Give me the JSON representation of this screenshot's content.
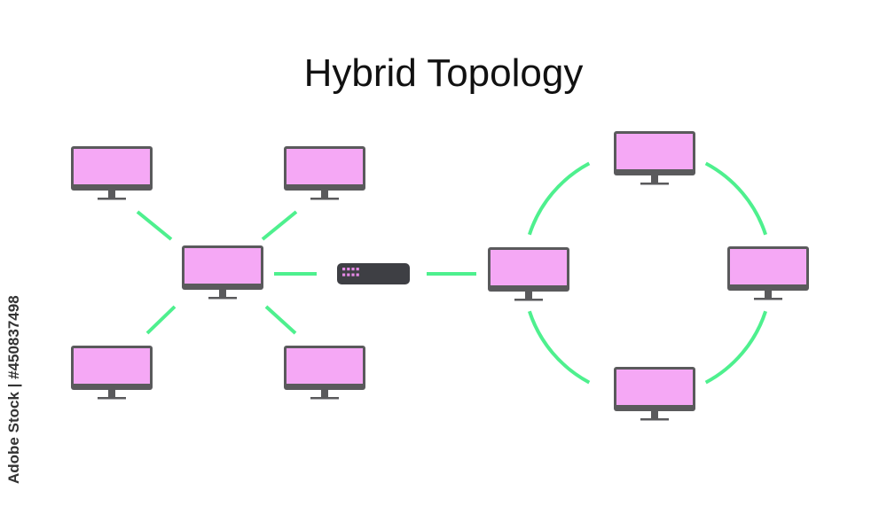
{
  "title": "Hybrid Topology",
  "side_credit": "Adobe Stock | #450837498",
  "colors": {
    "screen": "#f5a8f5",
    "monitor_frame": "#5a5a5c",
    "link": "#4ef08e",
    "switch_body": "#3e3f44",
    "switch_port": "#e58ae6",
    "title_text": "#111111"
  },
  "icons": {
    "computer": "desktop-monitor-icon",
    "switch": "network-switch-icon"
  },
  "topology": {
    "star": {
      "hub": "star-hub",
      "nodes": [
        "star-top-left",
        "star-top-right",
        "star-bottom-left",
        "star-bottom-right"
      ]
    },
    "bridge": {
      "device": "switch",
      "connects": [
        "star-hub",
        "ring-left"
      ]
    },
    "ring": {
      "nodes": [
        "ring-left",
        "ring-top",
        "ring-right",
        "ring-bottom"
      ]
    }
  }
}
